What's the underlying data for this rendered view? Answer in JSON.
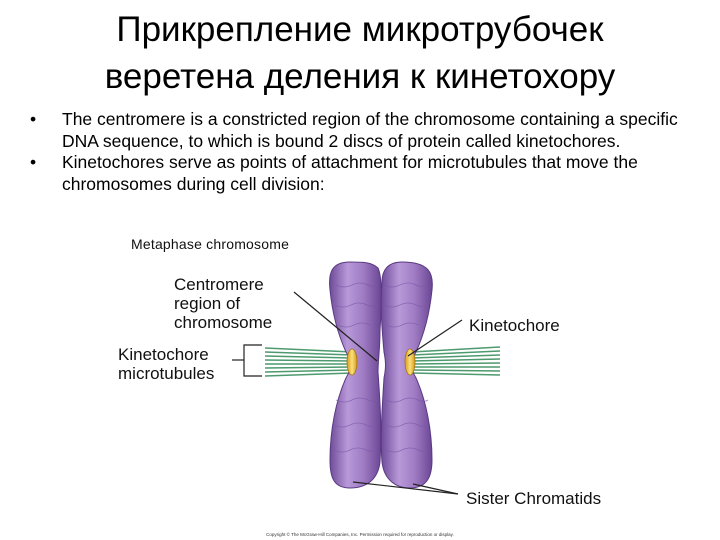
{
  "slide": {
    "title_line1": "Прикрепление микротрубочек",
    "title_line2": "веретена деления к кинетохору",
    "bullets": [
      "The centromere is a constricted region of the chromosome containing a specific DNA sequence, to which is bound 2 discs of protein called kinetochores.",
      "Kinetochores serve as points of attachment for microtubules that move the chromosomes during cell division:"
    ]
  },
  "figure": {
    "caption": "Metaphase chromosome",
    "labels": {
      "centromere_l1": "Centromere",
      "centromere_l2": "region of",
      "centromere_l3": "chromosome",
      "kinetochore": "Kinetochore",
      "microtubules_l1": "Kinetochore",
      "microtubules_l2": "microtubules",
      "sister": "Sister Chromatids"
    },
    "copyright": "Copyright © The McGraw-Hill Companies, Inc. Permission required for reproduction or display.",
    "colors": {
      "chromatid": "#a07cc4",
      "chromatid_dark": "#6e4a98",
      "kinetochore_disc": "#f2c43a",
      "microtubule": "#4d9a6f"
    }
  }
}
